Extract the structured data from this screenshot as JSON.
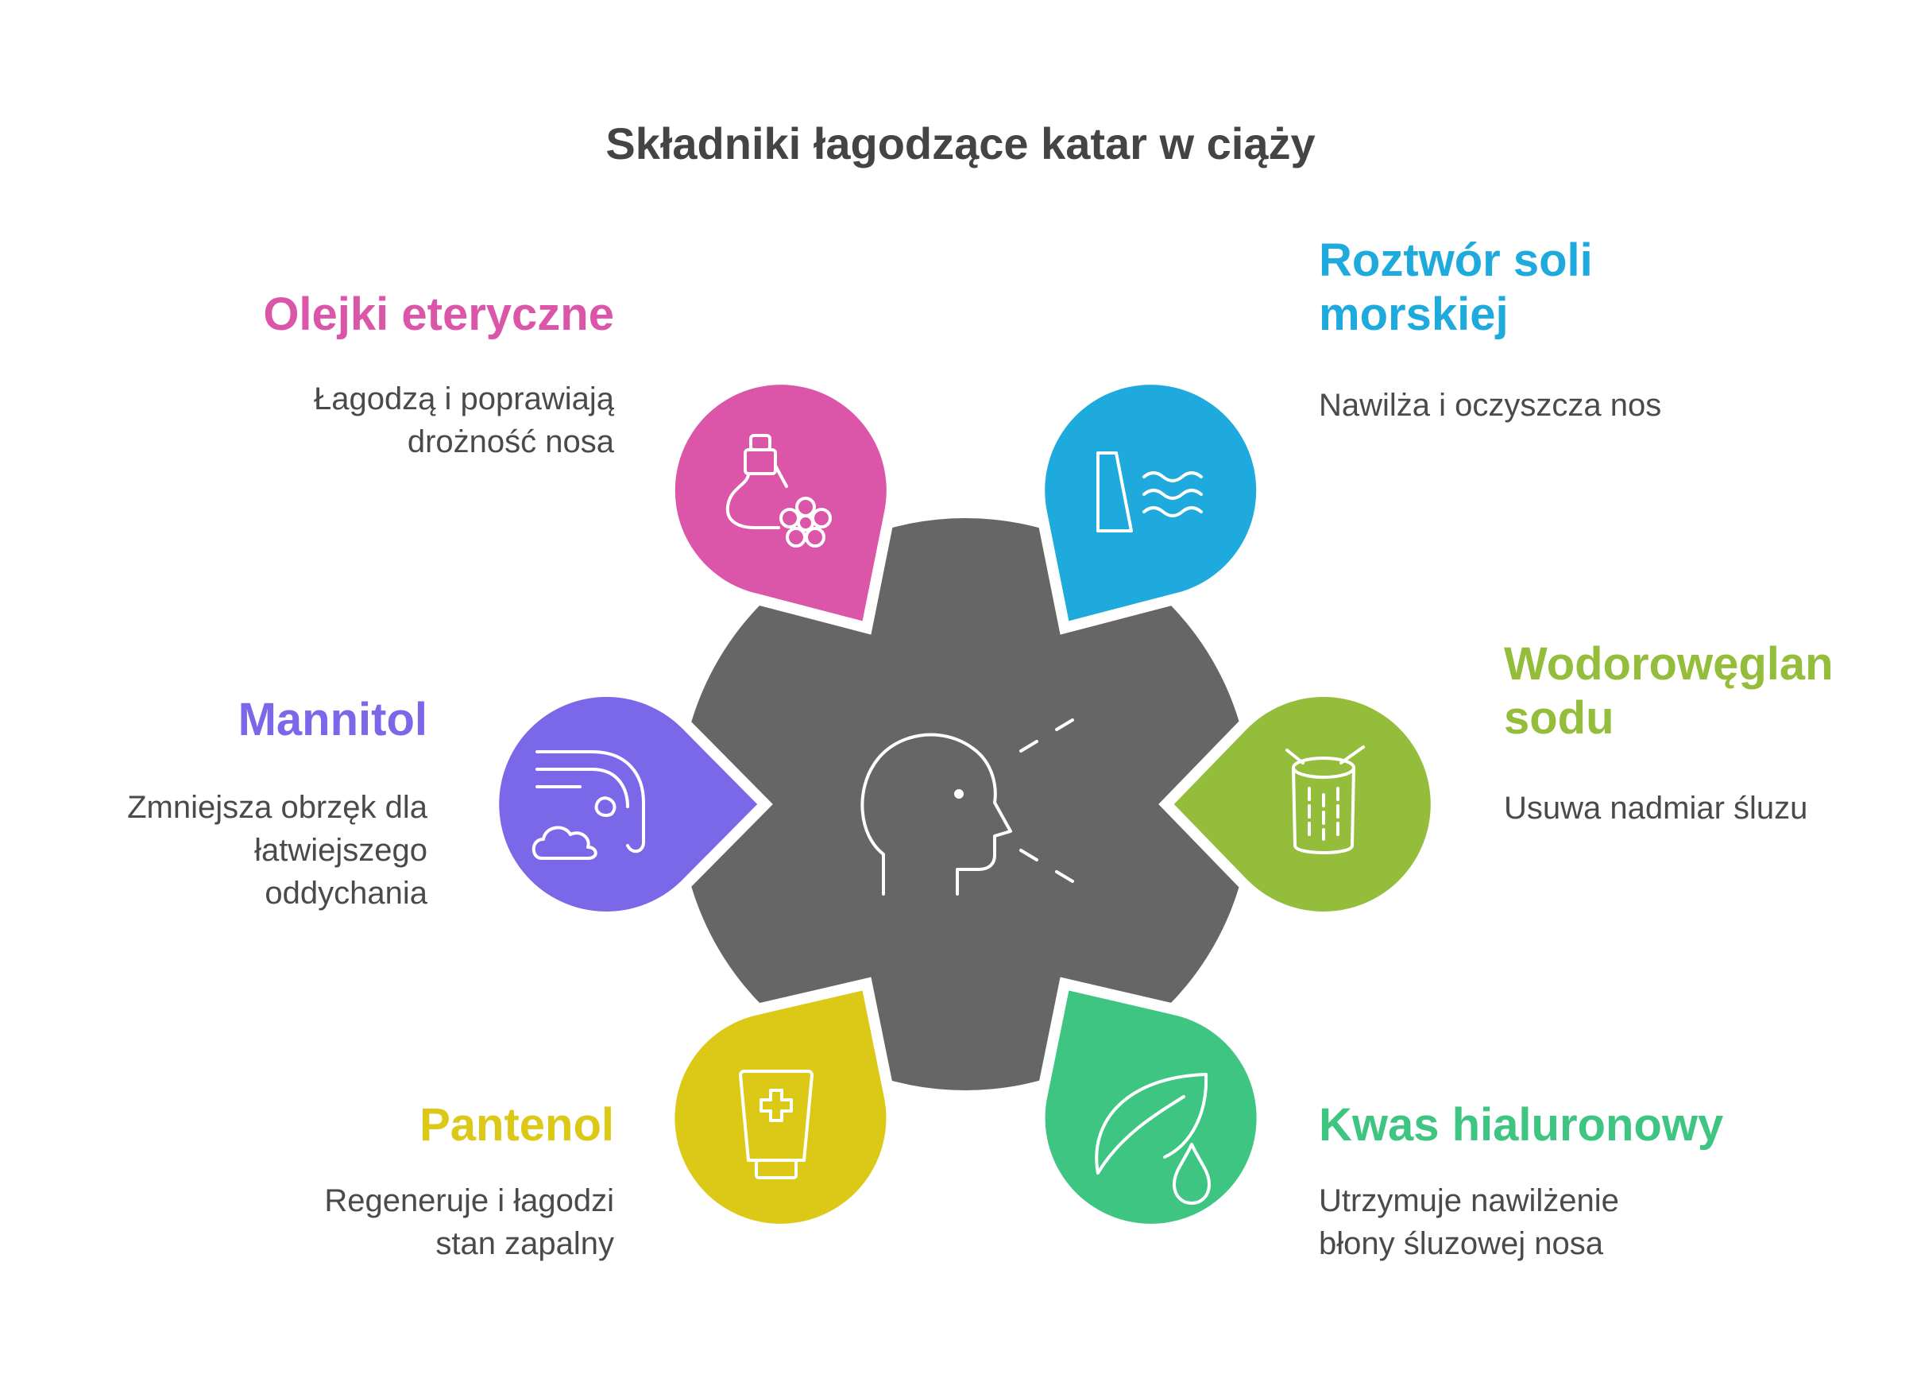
{
  "title": "Składniki łagodzące katar w ciąży",
  "colors": {
    "center": "#666666",
    "pink": "#db56a9",
    "blue": "#1eaadc",
    "green_yellow": "#93bd3b",
    "green": "#3ec582",
    "yellow": "#dcc816",
    "purple": "#7b68e8"
  },
  "items": [
    {
      "heading": "Olejki eteryczne",
      "desc_line1": "Łagodzą i poprawiają",
      "desc_line2": "drożność nosa",
      "icon": "oil-bottle-flower-icon"
    },
    {
      "heading_line1": "Roztwór soli",
      "heading_line2": "morskiej",
      "desc": "Nawilża i oczyszcza nos",
      "icon": "dam-water-icon"
    },
    {
      "heading_line1": "Wodorowęglan",
      "heading_line2": "sodu",
      "desc": "Usuwa nadmiar śluzu",
      "icon": "soda-cup-icon"
    },
    {
      "heading": "Kwas hialuronowy",
      "desc_line1": "Utrzymuje nawilżenie",
      "desc_line2": "błony śluzowej nosa",
      "icon": "leaf-drop-icon"
    },
    {
      "heading": "Pantenol",
      "desc_line1": "Regeneruje i łagodzi",
      "desc_line2": "stan zapalny",
      "icon": "cream-tube-icon"
    },
    {
      "heading": "Mannitol",
      "desc_line1": "Zmniejsza obrzęk dla",
      "desc_line2": "łatwiejszego",
      "desc_line3": "oddychania",
      "icon": "wind-cloud-icon"
    }
  ],
  "center_icon": "head-breathing-icon"
}
